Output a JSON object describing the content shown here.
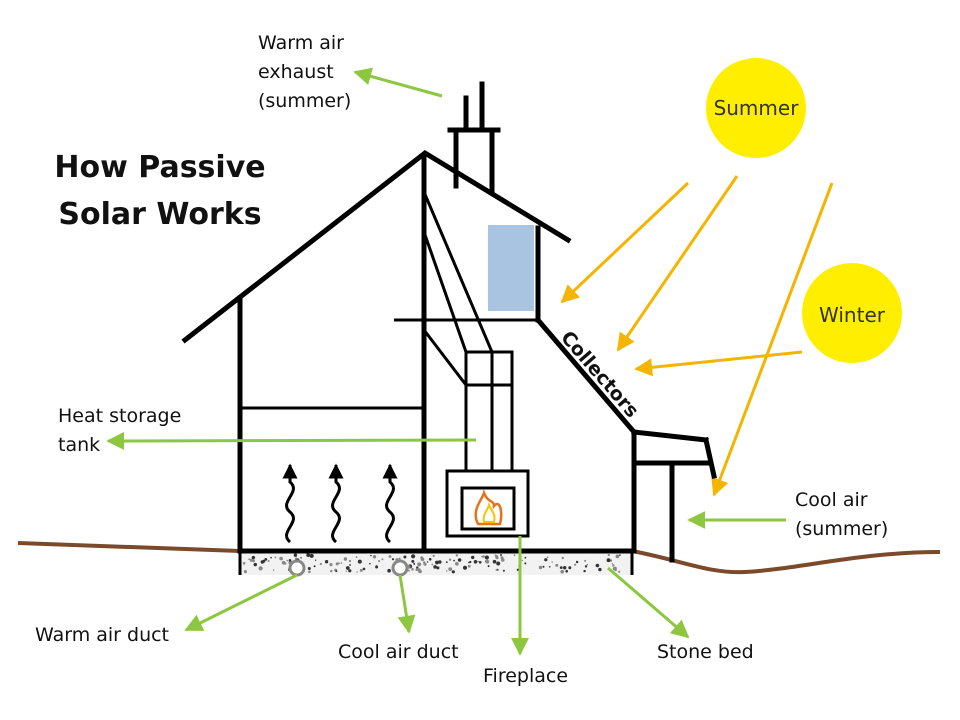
{
  "title": {
    "line1": "How Passive",
    "line2": "Solar Works"
  },
  "suns": {
    "summer": "Summer",
    "winter": "Winter"
  },
  "collectors": "Collectors",
  "labels": {
    "warm_air_exhaust": [
      "Warm air",
      "exhaust",
      "(summer)"
    ],
    "heat_storage_tank": [
      "Heat storage",
      "tank"
    ],
    "cool_air_summer": [
      "Cool air",
      "(summer)"
    ],
    "warm_air_duct": "Warm air duct",
    "cool_air_duct": "Cool air duct",
    "fireplace": "Fireplace",
    "stone_bed": "Stone bed"
  },
  "colors": {
    "sun": "#ffee00",
    "label_arrow": "#8dc63f",
    "sun_ray": "#f5b400",
    "tank": "#a8c4e0",
    "ground": "#7b4a2a",
    "flame_outer": "#e8721c",
    "flame_inner": "#f7c400"
  }
}
